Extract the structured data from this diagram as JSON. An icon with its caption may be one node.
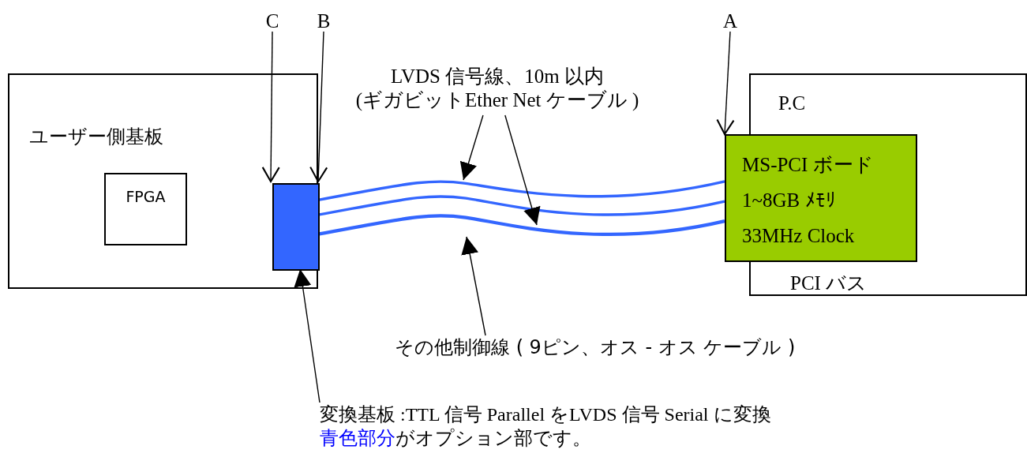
{
  "diagram": {
    "nodes": [
      {
        "text": [
          "ユーザー側基板"
        ]
      },
      {
        "text": [
          "FPGA"
        ],
        "in": 0
      },
      {
        "text": [],
        "shape": "box",
        "in": 0
      },
      {
        "text": [
          "P.C",
          "PCI バス"
        ]
      },
      {
        "text": [
          "MS-PCI ボード",
          "1~8GB ﾒﾓﾘ",
          "33MHz Clock"
        ]
      },
      {
        "text": [
          "C"
        ]
      },
      {
        "text": [
          "B"
        ]
      },
      {
        "text": [
          "A"
        ]
      },
      {
        "text": [
          "LVDS 信号線、10m 以内 (ギガビットEther Net ケーブル )"
        ]
      },
      {
        "text": [
          "その他制御線 ( 9ピン、オス - オス ケーブル )"
        ]
      },
      {
        "text": [
          "変換基板 :TTL 信号 Parallel  をLVDS 信号 Serial に変換"
        ]
      }
    ],
    "edges": [
      {
        "from": 2,
        "to": 4,
        "arrow": "none",
        "style": "thick",
        "color": "#3366ff"
      },
      {
        "from": 2,
        "to": 4,
        "arrow": "none",
        "style": "thick",
        "color": "#3366ff"
      },
      {
        "from": 2,
        "to": 4,
        "arrow": "none",
        "style": "thick",
        "color": "#3366ff"
      },
      {
        "from": 5,
        "to": 2,
        "arrow": "to"
      },
      {
        "from": 6,
        "to": 2,
        "arrow": "to"
      },
      {
        "from": 7,
        "to": 4,
        "arrow": "to"
      },
      {
        "from": 8,
        "to": null,
        "arrow": "to"
      },
      {
        "from": 8,
        "to": null,
        "arrow": "to"
      },
      {
        "from": 9,
        "to": null,
        "arrow": "to"
      },
      {
        "from": 10,
        "to": 2,
        "arrow": "to"
      }
    ],
    "labels": [
      "青色部分",
      "がオプション部です。"
    ]
  }
}
